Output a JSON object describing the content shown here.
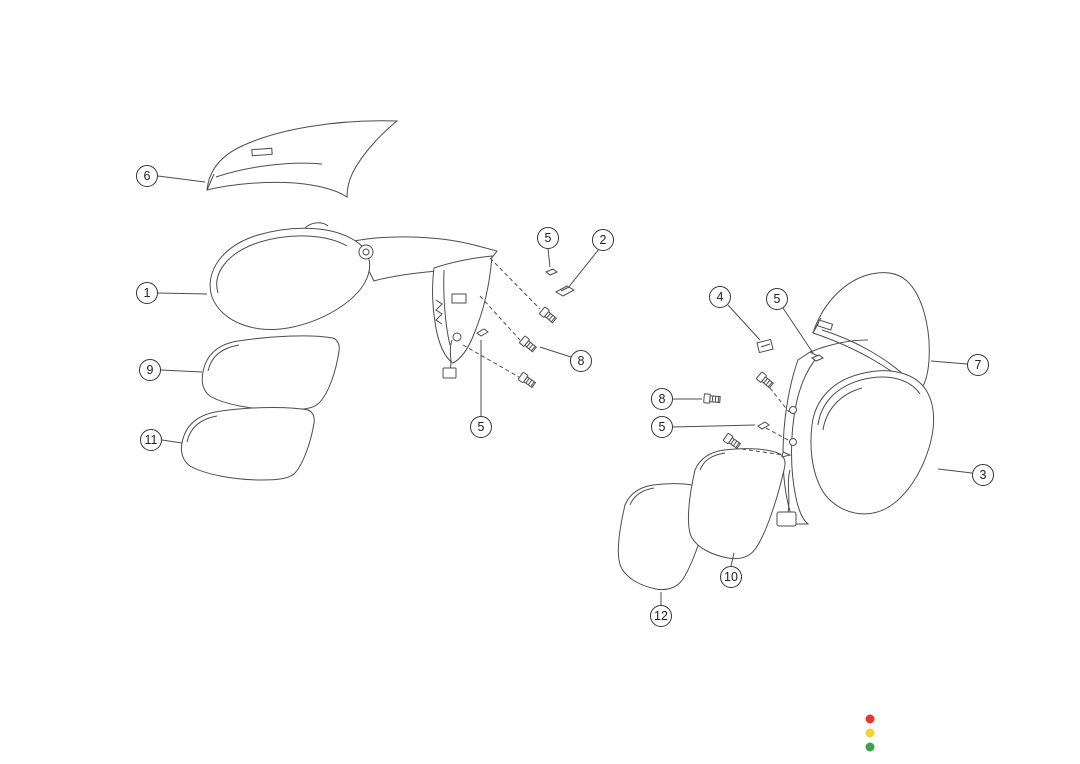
{
  "diagram": {
    "callouts": [
      {
        "label": "1"
      },
      {
        "label": "2"
      },
      {
        "label": "3"
      },
      {
        "label": "4"
      },
      {
        "label": "5"
      },
      {
        "label": "5"
      },
      {
        "label": "5"
      },
      {
        "label": "5"
      },
      {
        "label": "6"
      },
      {
        "label": "7"
      },
      {
        "label": "8"
      },
      {
        "label": "8"
      },
      {
        "label": "9"
      },
      {
        "label": "10"
      },
      {
        "label": "11"
      },
      {
        "label": "12"
      }
    ],
    "status_dots": [
      {
        "name": "red",
        "color": "#e8392e"
      },
      {
        "name": "yellow",
        "color": "#f0d42c"
      },
      {
        "name": "green",
        "color": "#3fa24b"
      }
    ]
  }
}
